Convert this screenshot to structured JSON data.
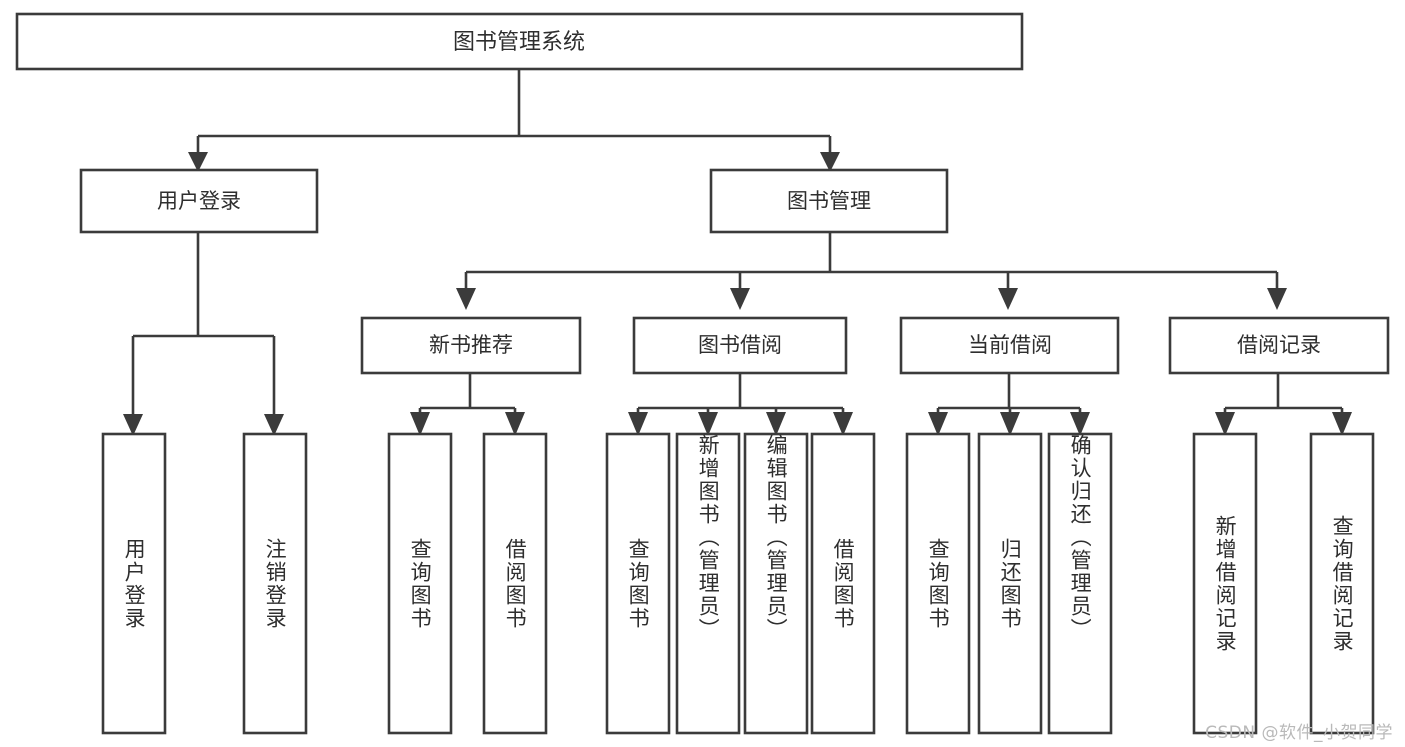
{
  "diagram": {
    "title": "图书管理系统",
    "type": "tree",
    "orientation": "top-down",
    "line_color": "#3b3b3b",
    "box_fill": "#ffffff",
    "text_color": "#2e2e2e",
    "watermark": "CSDN @软件_小贺同学",
    "nodes": {
      "root": {
        "label": "图书管理系统"
      },
      "level1": [
        {
          "label": "用户登录"
        },
        {
          "label": "图书管理"
        }
      ],
      "level2": [
        {
          "label": "新书推荐"
        },
        {
          "label": "图书借阅"
        },
        {
          "label": "当前借阅"
        },
        {
          "label": "借阅记录"
        }
      ],
      "leaves": {
        "user_login": [
          {
            "label": "用户登录"
          },
          {
            "label": "注销登录"
          }
        ],
        "new_book": [
          {
            "label": "查询图书"
          },
          {
            "label": "借阅图书"
          }
        ],
        "borrow_book": [
          {
            "label": "查询图书"
          },
          {
            "label": "新增图书（管理员）"
          },
          {
            "label": "编辑图书（管理员）"
          },
          {
            "label": "借阅图书"
          }
        ],
        "current_borrow": [
          {
            "label": "查询图书"
          },
          {
            "label": "归还图书"
          },
          {
            "label": "确认归还（管理员）"
          }
        ],
        "borrow_record": [
          {
            "label": "新增借阅记录"
          },
          {
            "label": "查询借阅记录"
          }
        ]
      }
    }
  }
}
